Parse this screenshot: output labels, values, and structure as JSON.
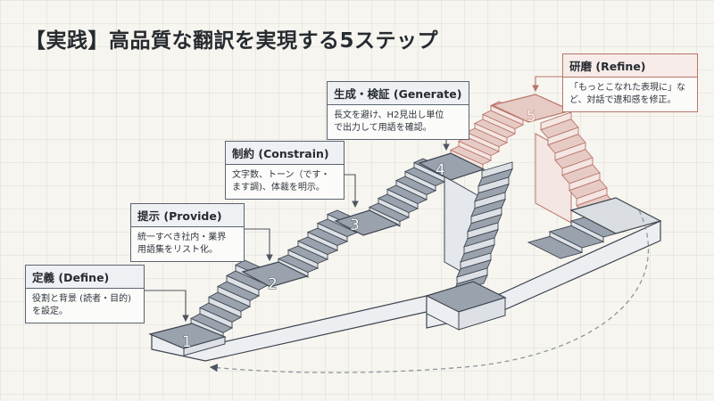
{
  "title": "【実践】高品質な翻訳を実現する5ステップ",
  "steps": [
    {
      "number": "1",
      "heading": "定義 (Define)",
      "body": "役割と背景 (読者・目的)\nを設定。"
    },
    {
      "number": "2",
      "heading": "提示 (Provide)",
      "body": "統一すべき社内・業界\n用語集をリスト化。"
    },
    {
      "number": "3",
      "heading": "制約 (Constrain)",
      "body": "文字数、トーン（です・\nます調)、体裁を明示。"
    },
    {
      "number": "4",
      "heading": "生成・検証 (Generate)",
      "body": "長文を避け、H2見出し単位\nで出力して用語を確認。"
    },
    {
      "number": "5",
      "heading": "研磨 (Refine)",
      "body": "「もっとこなれた表現に」な\nど、対話で違和感を修正。"
    }
  ],
  "colors": {
    "stair_top": "#9aa2ad",
    "stair_riser": "#dde1e6",
    "stair_side": "#eceef1",
    "outline": "#3d4550",
    "accent": "#b9756a",
    "accent_top": "#e6cbc5",
    "accent_riser": "#f4e6e2"
  }
}
